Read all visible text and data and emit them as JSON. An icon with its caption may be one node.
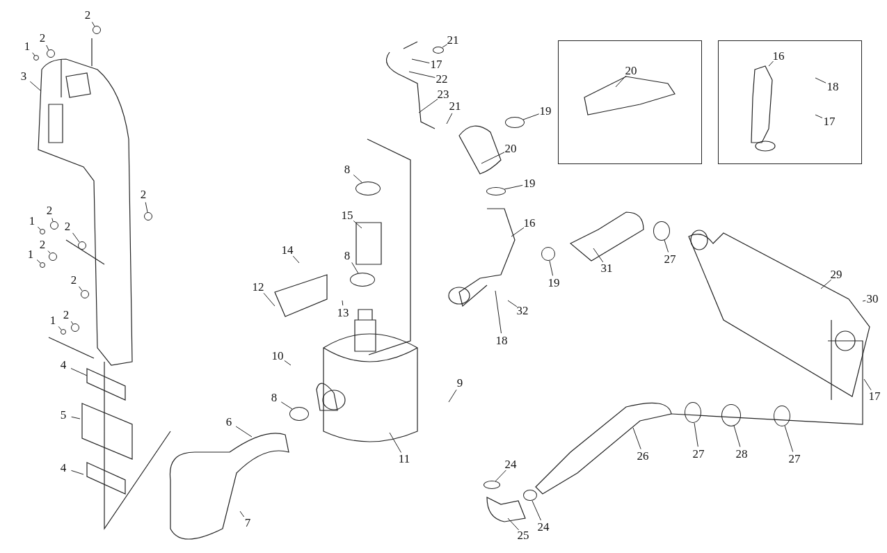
{
  "diagram": {
    "nodes": [
      {
        "text": [
          "2"
        ]
      },
      {
        "text": [
          "1"
        ]
      },
      {
        "text": [
          "2"
        ]
      },
      {
        "text": [
          "3"
        ]
      },
      {
        "text": [],
        "shape": "box"
      },
      {
        "text": [
          "20"
        ],
        "in": 4
      },
      {
        "text": [],
        "shape": "box"
      },
      {
        "text": [
          "16"
        ],
        "in": 6
      },
      {
        "text": [
          "18"
        ],
        "in": 6
      },
      {
        "text": [
          "17"
        ],
        "in": 6
      },
      {
        "text": [
          "21"
        ]
      },
      {
        "text": [
          "17"
        ]
      },
      {
        "text": [
          "22"
        ]
      },
      {
        "text": [
          "23"
        ]
      },
      {
        "text": [
          "21"
        ]
      },
      {
        "text": [
          "19"
        ]
      },
      {
        "text": [
          "20"
        ]
      },
      {
        "text": [
          "8"
        ]
      },
      {
        "text": [
          "19"
        ]
      },
      {
        "text": [
          "2"
        ]
      },
      {
        "text": [
          "2"
        ]
      },
      {
        "text": [
          "15"
        ]
      },
      {
        "text": [
          "1"
        ]
      },
      {
        "text": [
          "16"
        ]
      },
      {
        "text": [
          "2"
        ]
      },
      {
        "text": [
          "2"
        ]
      },
      {
        "text": [
          "14"
        ]
      },
      {
        "text": [
          "1"
        ]
      },
      {
        "text": [
          "8"
        ]
      },
      {
        "text": [
          "31"
        ]
      },
      {
        "text": [
          "27"
        ]
      },
      {
        "text": [
          "29"
        ]
      },
      {
        "text": [
          "19"
        ]
      },
      {
        "text": [
          "2"
        ]
      },
      {
        "text": [
          "12"
        ]
      },
      {
        "text": [
          "30"
        ]
      },
      {
        "text": [
          "32"
        ]
      },
      {
        "text": [
          "13"
        ]
      },
      {
        "text": [
          "2"
        ]
      },
      {
        "text": [
          "1"
        ]
      },
      {
        "text": [
          "18"
        ]
      },
      {
        "text": [
          "10"
        ]
      },
      {
        "text": [
          "4"
        ]
      },
      {
        "text": [
          "9"
        ]
      },
      {
        "text": [
          "17"
        ]
      },
      {
        "text": [
          "8"
        ]
      },
      {
        "text": [
          "5"
        ]
      },
      {
        "text": [
          "6"
        ]
      },
      {
        "text": [
          "26"
        ]
      },
      {
        "text": [
          "27"
        ]
      },
      {
        "text": [
          "28"
        ]
      },
      {
        "text": [
          "27"
        ]
      },
      {
        "text": [
          "11"
        ]
      },
      {
        "text": [
          "24"
        ]
      },
      {
        "text": [
          "4"
        ]
      },
      {
        "text": [
          "7"
        ]
      },
      {
        "text": [
          "24"
        ]
      },
      {
        "text": [
          "25"
        ]
      },
      {
        "text": [],
        "shape": "circle"
      },
      {
        "text": [],
        "shape": "circle"
      },
      {
        "text": [],
        "shape": "circle"
      },
      {
        "text": [],
        "shape": "circle"
      },
      {
        "text": [],
        "shape": "circle"
      },
      {
        "text": [],
        "shape": "circle"
      },
      {
        "text": [],
        "shape": "circle"
      },
      {
        "text": [],
        "shape": "circle"
      },
      {
        "text": [],
        "shape": "circle"
      },
      {
        "text": [],
        "shape": "circle"
      },
      {
        "text": [],
        "shape": "circle"
      },
      {
        "text": [],
        "shape": "circle"
      },
      {
        "text": [],
        "shape": "circle"
      },
      {
        "text": [],
        "shape": "circle"
      },
      {
        "text": [],
        "shape": "circle"
      },
      {
        "text": [],
        "shape": "circle"
      },
      {
        "text": [],
        "shape": "circle"
      },
      {
        "text": [],
        "shape": "circle"
      },
      {
        "text": [],
        "shape": "circle"
      },
      {
        "text": [],
        "shape": "circle"
      },
      {
        "text": [],
        "shape": "circle"
      },
      {
        "text": [],
        "shape": "circle"
      },
      {
        "text": [],
        "shape": "circle"
      },
      {
        "text": [],
        "shape": "circle"
      },
      {
        "text": [],
        "shape": "circle"
      }
    ],
    "edges": [
      {
        "from": 0,
        "to": 58,
        "arrow": "none"
      },
      {
        "from": 1,
        "to": 59,
        "arrow": "none"
      },
      {
        "from": 2,
        "to": 60,
        "arrow": "none"
      },
      {
        "from": 3,
        "to": null,
        "arrow": "none"
      },
      {
        "from": 5,
        "to": null,
        "arrow": "none"
      },
      {
        "from": 7,
        "to": null,
        "arrow": "none"
      },
      {
        "from": 8,
        "to": null,
        "arrow": "none"
      },
      {
        "from": 9,
        "to": null,
        "arrow": "none"
      },
      {
        "from": 10,
        "to": 61,
        "arrow": "none"
      },
      {
        "from": 11,
        "to": null,
        "arrow": "none"
      },
      {
        "from": 12,
        "to": null,
        "arrow": "none"
      },
      {
        "from": 13,
        "to": null,
        "arrow": "none"
      },
      {
        "from": 14,
        "to": null,
        "arrow": "none"
      },
      {
        "from": 15,
        "to": 62,
        "arrow": "none"
      },
      {
        "from": 16,
        "to": null,
        "arrow": "none"
      },
      {
        "from": 17,
        "to": 63,
        "arrow": "none"
      },
      {
        "from": 18,
        "to": 64,
        "arrow": "none"
      },
      {
        "from": 19,
        "to": 65,
        "arrow": "none"
      },
      {
        "from": 20,
        "to": 66,
        "arrow": "none"
      },
      {
        "from": 21,
        "to": null,
        "arrow": "none"
      },
      {
        "from": 22,
        "to": 67,
        "arrow": "none"
      },
      {
        "from": 23,
        "to": null,
        "arrow": "none"
      },
      {
        "from": 24,
        "to": 68,
        "arrow": "none"
      },
      {
        "from": 25,
        "to": 69,
        "arrow": "none"
      },
      {
        "from": 26,
        "to": null,
        "arrow": "none"
      },
      {
        "from": 27,
        "to": 70,
        "arrow": "none"
      },
      {
        "from": 28,
        "to": 71,
        "arrow": "none"
      },
      {
        "from": 29,
        "to": null,
        "arrow": "none"
      },
      {
        "from": 30,
        "to": 72,
        "arrow": "none"
      },
      {
        "from": 31,
        "to": null,
        "arrow": "none"
      },
      {
        "from": 32,
        "to": 73,
        "arrow": "none"
      },
      {
        "from": 33,
        "to": 74,
        "arrow": "none"
      },
      {
        "from": 34,
        "to": null,
        "arrow": "none"
      },
      {
        "from": 35,
        "to": null,
        "arrow": "none"
      },
      {
        "from": 36,
        "to": null,
        "arrow": "none"
      },
      {
        "from": 37,
        "to": null,
        "arrow": "none"
      },
      {
        "from": 38,
        "to": 75,
        "arrow": "none"
      },
      {
        "from": 39,
        "to": 76,
        "arrow": "none"
      },
      {
        "from": 40,
        "to": null,
        "arrow": "none"
      },
      {
        "from": 41,
        "to": null,
        "arrow": "none"
      },
      {
        "from": 42,
        "to": null,
        "arrow": "none"
      },
      {
        "from": 43,
        "to": null,
        "arrow": "none"
      },
      {
        "from": 44,
        "to": null,
        "arrow": "none"
      },
      {
        "from": 45,
        "to": 77,
        "arrow": "none"
      },
      {
        "from": 46,
        "to": null,
        "arrow": "none"
      },
      {
        "from": 47,
        "to": null,
        "arrow": "none"
      },
      {
        "from": 48,
        "to": null,
        "arrow": "none"
      },
      {
        "from": 49,
        "to": 78,
        "arrow": "none"
      },
      {
        "from": 50,
        "to": 79,
        "arrow": "none"
      },
      {
        "from": 51,
        "to": 80,
        "arrow": "none"
      },
      {
        "from": 52,
        "to": null,
        "arrow": "none"
      },
      {
        "from": 53,
        "to": 81,
        "arrow": "none"
      },
      {
        "from": 54,
        "to": null,
        "arrow": "none"
      },
      {
        "from": 55,
        "to": null,
        "arrow": "none"
      },
      {
        "from": 56,
        "to": 82,
        "arrow": "none"
      },
      {
        "from": 57,
        "to": null,
        "arrow": "none"
      }
    ]
  }
}
